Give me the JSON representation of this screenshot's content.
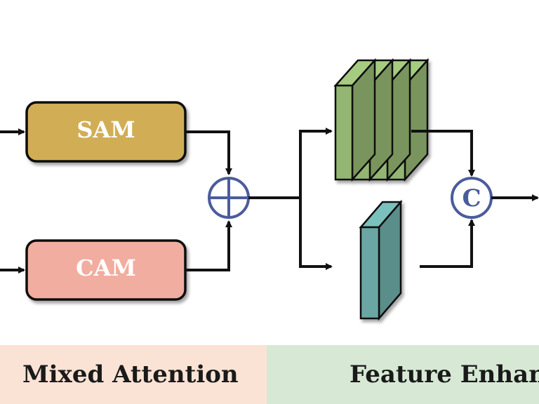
{
  "blocks": {
    "sam": {
      "label": "SAM",
      "color": "#d1ae55"
    },
    "cam": {
      "label": "CAM",
      "color": "#f1ada0"
    }
  },
  "operators": {
    "add": {
      "symbol": "⊕",
      "color": "#4a5c9c"
    },
    "concat": {
      "label": "C",
      "color": "#4a5c9c"
    }
  },
  "feature_maps": {
    "stacked": {
      "color": "#93b672",
      "count": 4
    },
    "single": {
      "color": "#6aa7a4"
    }
  },
  "sections": {
    "mixed_attention": {
      "label": "Mixed Attention",
      "color": "#fae3d5"
    },
    "feature_enhancement": {
      "label": "Feature Enhance",
      "color": "#d7e9d5"
    }
  }
}
